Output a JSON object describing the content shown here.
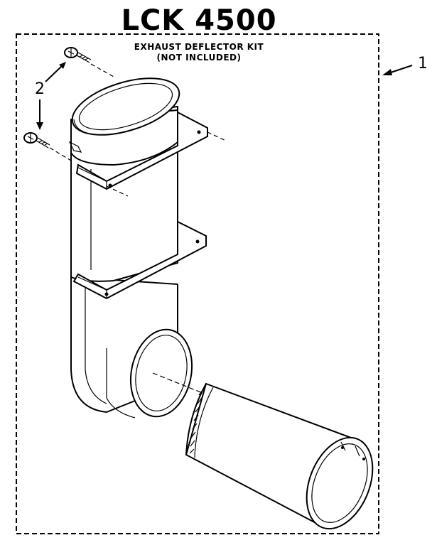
{
  "title": "LCK 4500",
  "kit_name": "EXHAUST DEFLECTOR KIT",
  "kit_note": "(NOT INCLUDED)",
  "callouts": [
    "1",
    "2"
  ]
}
